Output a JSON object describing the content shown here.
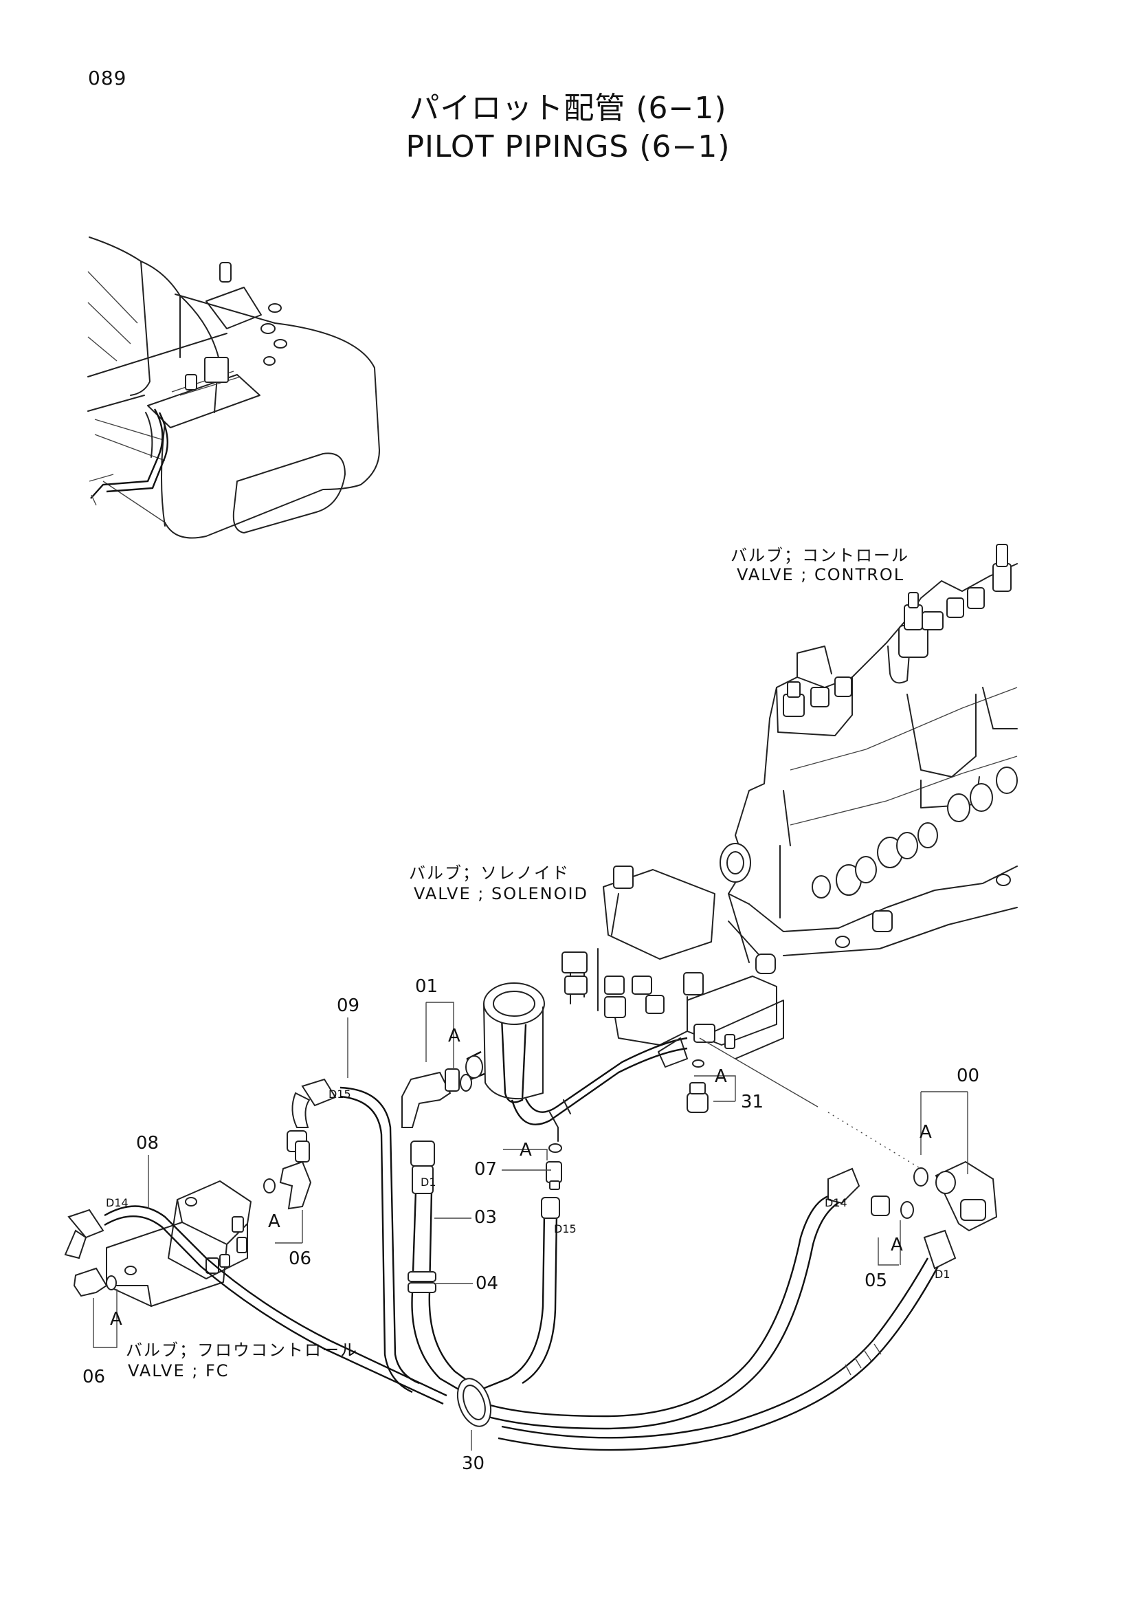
{
  "page": {
    "number": "089",
    "title_jp": "パイロット配管 (6−1)",
    "title_en": "PILOT PIPINGS (6−1)"
  },
  "components": {
    "control_valve": {
      "jp": "バルブ；コントロール",
      "en": "VALVE ; CONTROL"
    },
    "solenoid_valve": {
      "jp": "バルブ；ソレノイド",
      "en": "VALVE ; SOLENOID"
    },
    "fc_valve": {
      "jp": "バルブ；フロウコントロール",
      "en": "VALVE ; FC"
    }
  },
  "callouts": {
    "p00": "00",
    "p01": "01",
    "p03": "03",
    "p04": "04",
    "p05": "05",
    "p06a": "06",
    "p06b": "06",
    "p07": "07",
    "p08": "08",
    "p09": "09",
    "p30": "30",
    "p31": "31"
  },
  "detail_marks": {
    "a1": "A",
    "a2": "A",
    "a3": "A",
    "a4": "A",
    "a5": "A",
    "a6": "A",
    "a7": "A"
  },
  "hose_tags": {
    "d15a": "D15",
    "d1a": "D1",
    "d15b": "D15",
    "d14a": "D14",
    "d14b": "D14",
    "d1b": "D1"
  }
}
